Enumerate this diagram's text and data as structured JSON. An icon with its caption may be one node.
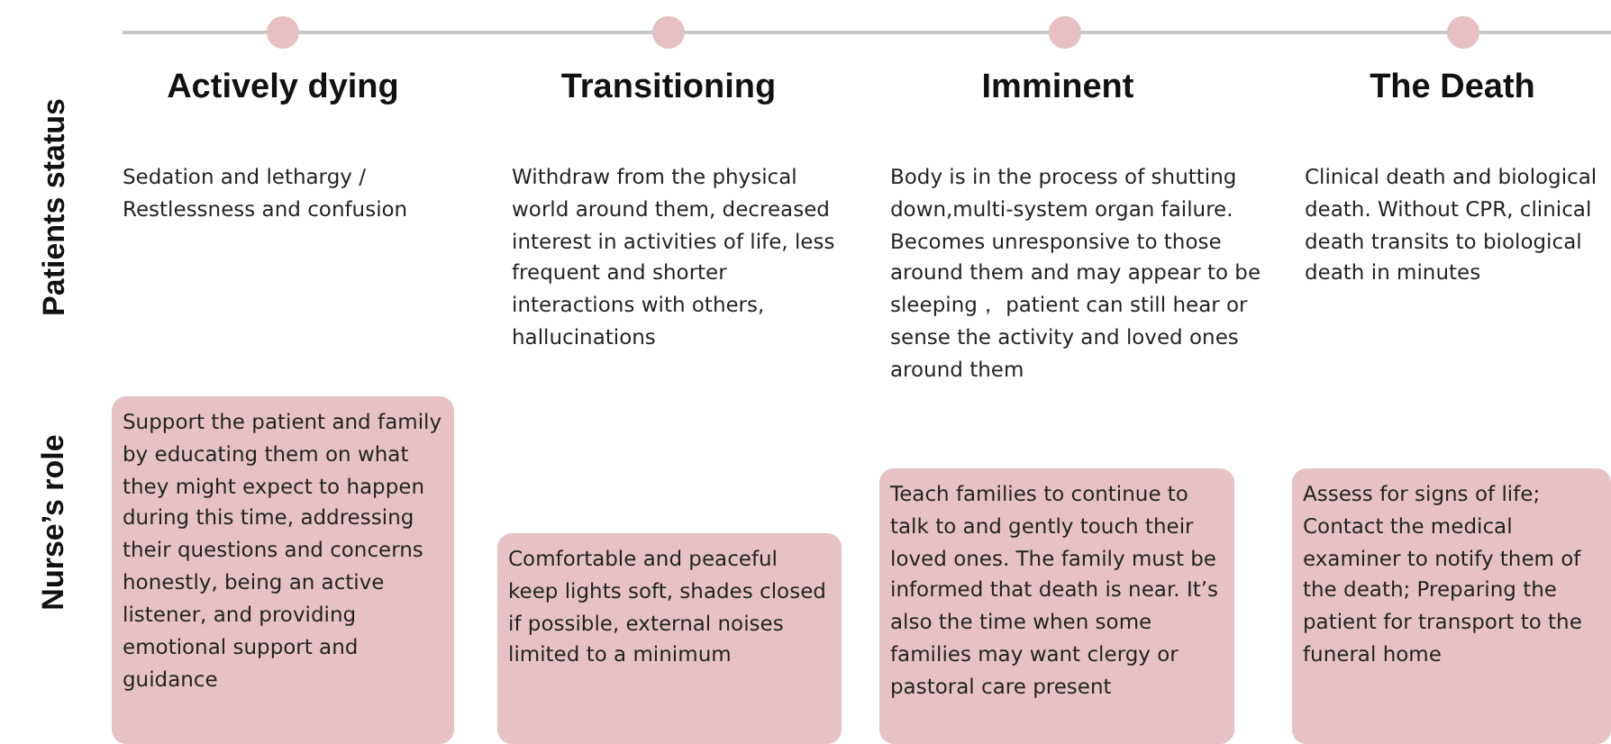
{
  "diagram": {
    "nodes": [
      {
        "text": [
          "Support the patient and family by educating them on what they might expect to happen during this time, addressing their questions and concerns honestly, being an active listener, and providing emotional support and guidance"
        ]
      },
      {
        "text": [
          "Comfortable and peaceful keep lights soft, shades closed if possible, external noises limited to a minimum"
        ]
      },
      {
        "text": [
          "Teach families to continue to talk to and gently touch their loved ones. The family must be informed that death is near. It’s also the time when some families may want clergy or pastoral care present"
        ]
      },
      {
        "text": [
          "Assess for signs of life; Contact the medical examiner to notify them of the death; Preparing the patient for transport to the funeral home"
        ]
      }
    ],
    "labels": [
      "Patients status",
      "Nurse’s role",
      "Actively dying",
      "Transitioning",
      "Imminent",
      "The Death",
      "Sedation and lethargy / Restlessness and confusion",
      "Withdraw from the physical world around them, decreased interest in activities of life, less frequent and shorter interactions with others, hallucinations",
      "Body is in the process of shutting down,multi-system organ failure. Becomes unresponsive to those around them and may appear to be sleeping， patient can still hear or sense the activity and loved ones around them",
      "Clinical death and biological death. Without CPR, clinical death transits to biological death in minutes"
    ]
  }
}
